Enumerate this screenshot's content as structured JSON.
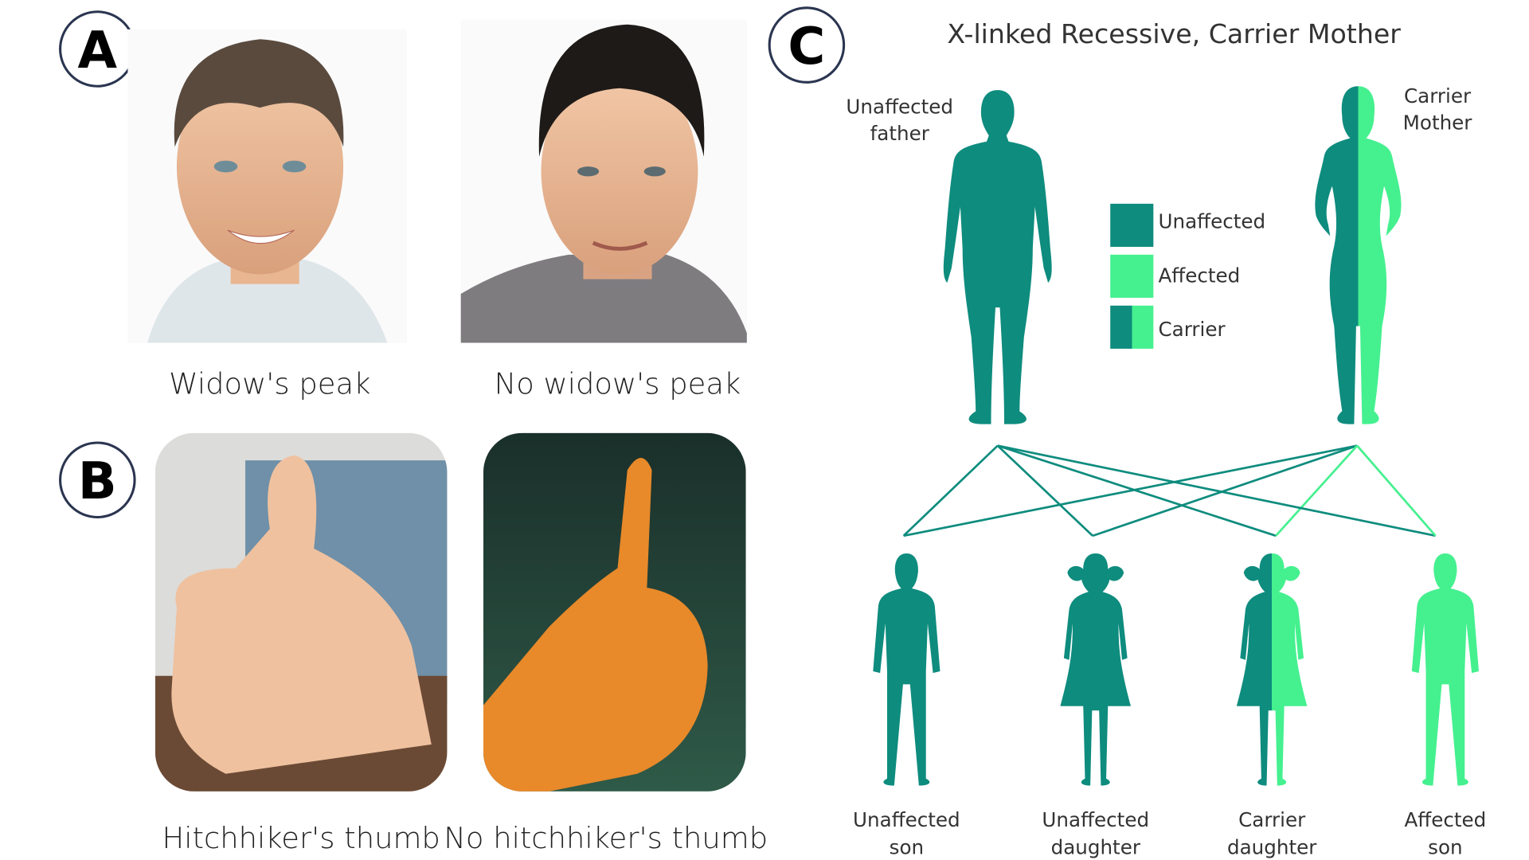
{
  "panels": {
    "a": {
      "letter": "A",
      "captions": [
        "Widow's peak",
        "No widow's peak"
      ]
    },
    "b": {
      "letter": "B",
      "captions": [
        "Hitchhiker's thumb",
        "No hitchhiker's thumb"
      ]
    },
    "c": {
      "letter": "C",
      "title": "X-linked Recessive, Carrier Mother",
      "father": [
        "Unaffected",
        "father"
      ],
      "mother": [
        "Carrier",
        "Mother"
      ],
      "legend": [
        "Unaffected",
        "Affected",
        "Carrier"
      ],
      "children": [
        {
          "l1": "Unaffected",
          "l2": "son",
          "type": "unaffected",
          "sex": "m"
        },
        {
          "l1": "Unaffected",
          "l2": "daughter",
          "type": "unaffected",
          "sex": "f"
        },
        {
          "l1": "Carrier",
          "l2": "daughter",
          "type": "carrier",
          "sex": "f"
        },
        {
          "l1": "Affected",
          "l2": "son",
          "type": "affected",
          "sex": "m"
        }
      ]
    }
  },
  "colors": {
    "unaffected": "#0e8c7e",
    "affected": "#45f08f",
    "text": "#333333"
  }
}
